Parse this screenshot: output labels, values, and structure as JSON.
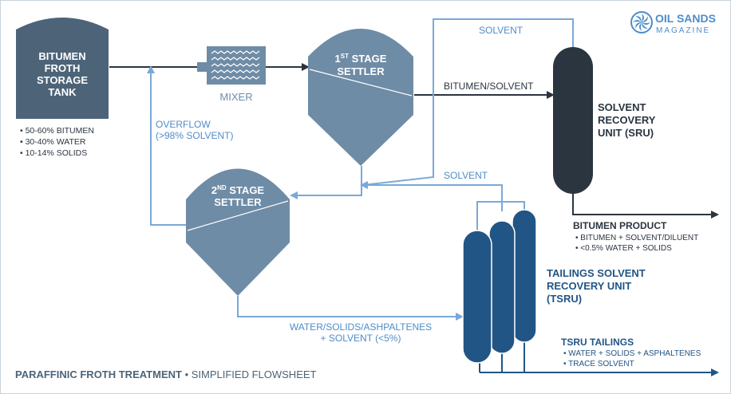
{
  "brand": {
    "line1": "OIL SANDS",
    "line2": "MAGAZINE"
  },
  "tank": {
    "line1": "BITUMEN",
    "line2": "FROTH",
    "line3": "STORAGE",
    "line4": "TANK"
  },
  "feed_composition": [
    "50-60% BITUMEN",
    "30-40% WATER",
    "10-14% SOLIDS"
  ],
  "mixer": {
    "label": "MIXER"
  },
  "settler1": {
    "num": "1",
    "sup": "ST",
    "word": " STAGE",
    "line2": "SETTLER"
  },
  "settler2": {
    "num": "2",
    "sup": "ND",
    "word": " STAGE",
    "line2": "SETTLER"
  },
  "overflow": {
    "line1": "OVERFLOW",
    "line2": "(>98% SOLVENT)"
  },
  "streams": {
    "solvent_top": "SOLVENT",
    "solvent_mid": "SOLVENT",
    "bitumen_solvent": "BITUMEN/SOLVENT",
    "underflow_line1": "WATER/SOLIDS/ASHPALTENES",
    "underflow_line2": "+ SOLVENT (<5%)"
  },
  "sru": {
    "line1": "SOLVENT",
    "line2": "RECOVERY",
    "line3": "UNIT (SRU)"
  },
  "bitumen_product": {
    "title": "BITUMEN PRODUCT",
    "items": [
      "BITUMEN + SOLVENT/DILUENT",
      "<0.5% WATER + SOLIDS"
    ]
  },
  "tsru": {
    "line1": "TAILINGS SOLVENT",
    "line2": "RECOVERY UNIT",
    "line3": "(TSRU)"
  },
  "tsru_tailings": {
    "title": "TSRU TAILINGS",
    "items": [
      "WATER + SOLIDS + ASPHALTENES",
      "TRACE SOLVENT"
    ]
  },
  "footer": {
    "bold": "PARAFFINIC FROTH TREATMENT",
    "sep": " • ",
    "rest": "SIMPLIFIED FLOWSHEET"
  },
  "colors": {
    "tank": "#4d6478",
    "settler": "#6f8ca6",
    "line_light": "#7aa9d8",
    "sru": "#2b3540",
    "tsru": "#215586",
    "text_dark": "#2b3540",
    "text_blue": "#4f8cc9"
  }
}
